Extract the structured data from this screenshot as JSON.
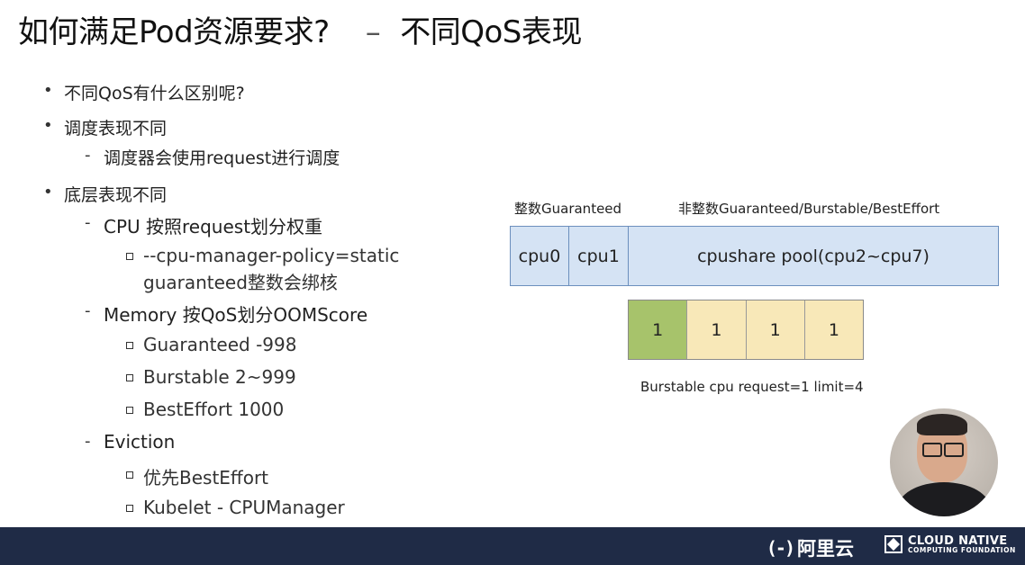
{
  "slide": {
    "title_main": "如何满足Pod资源要求?",
    "title_dash": "–",
    "title_sub": "不同QoS表现"
  },
  "bullets": {
    "b1": "不同QoS有什么区别呢?",
    "b2": "调度表现不同",
    "b2_1": "调度器会使用request进行调度",
    "b3": "底层表现不同",
    "b3_1": "CPU 按照request划分权重",
    "b3_1_1_a": "--cpu-manager-policy=static",
    "b3_1_1_b": "guaranteed整数会绑核",
    "b3_2": "Memory 按QoS划分OOMScore",
    "b3_2_1": "Guaranteed -998",
    "b3_2_2": "Burstable 2~999",
    "b3_2_3": "BestEffort 1000",
    "b3_3": "Eviction",
    "b3_3_1": "优先BestEffort",
    "b3_3_2": "Kubelet - CPUManager",
    "dash": "-",
    "dot": "•"
  },
  "diagram": {
    "cap_left": "整数Guaranteed",
    "cap_right": "非整数Guaranteed/Burstable/BestEffort",
    "cpu0": "cpu0",
    "cpu1": "cpu1",
    "pool": "cpushare pool(cpu2~cpu7)",
    "quota": [
      "1",
      "1",
      "1",
      "1"
    ],
    "quota_caption": "Burstable cpu request=1 limit=4",
    "colors": {
      "pool_bg": "#d5e3f4",
      "used": "#a7c36b",
      "limit": "#f8e8b8"
    }
  },
  "footer": {
    "alibaba_mark": "(-)",
    "alibaba_text": "阿里云",
    "cncf_line1": "CLOUD NATIVE",
    "cncf_line2": "COMPUTING FOUNDATION"
  }
}
